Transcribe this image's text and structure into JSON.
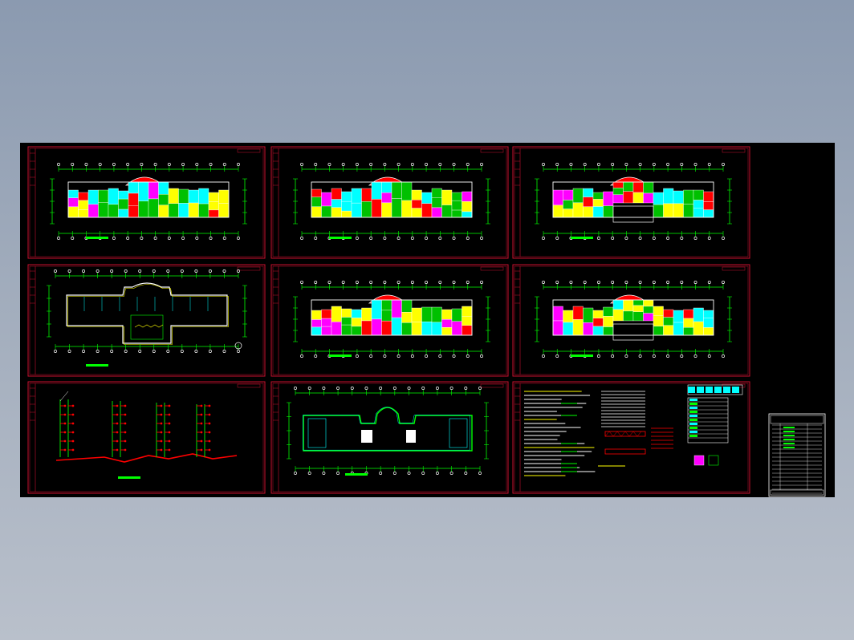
{
  "canvas": {
    "background": "#000000",
    "page_background_top": "#8b9ab0",
    "page_background_bottom": "#b9c0cb"
  },
  "colors": {
    "frame_red": "#c8102e",
    "line_green": "#00ff00",
    "wall_white": "#ffffff",
    "fill_yellow": "#ffff00",
    "fill_cyan": "#00ffff",
    "fill_red": "#ff0000",
    "fill_magenta": "#ff00ff",
    "fill_green": "#00c000"
  },
  "sheets": [
    {
      "id": "sheet-1",
      "kind": "floor-plan",
      "variant": "colored"
    },
    {
      "id": "sheet-2",
      "kind": "floor-plan",
      "variant": "colored"
    },
    {
      "id": "sheet-3",
      "kind": "floor-plan",
      "variant": "colored-with-court"
    },
    {
      "id": "sheet-4",
      "kind": "floor-plan",
      "variant": "outline"
    },
    {
      "id": "sheet-5",
      "kind": "floor-plan",
      "variant": "colored"
    },
    {
      "id": "sheet-6",
      "kind": "floor-plan",
      "variant": "colored-with-court"
    },
    {
      "id": "sheet-7",
      "kind": "riser-diagram",
      "variant": "system"
    },
    {
      "id": "sheet-8",
      "kind": "floor-plan",
      "variant": "roof-outline"
    },
    {
      "id": "sheet-9",
      "kind": "notes",
      "variant": "design-notes"
    }
  ],
  "title_block": {
    "kind": "drawing-list"
  }
}
